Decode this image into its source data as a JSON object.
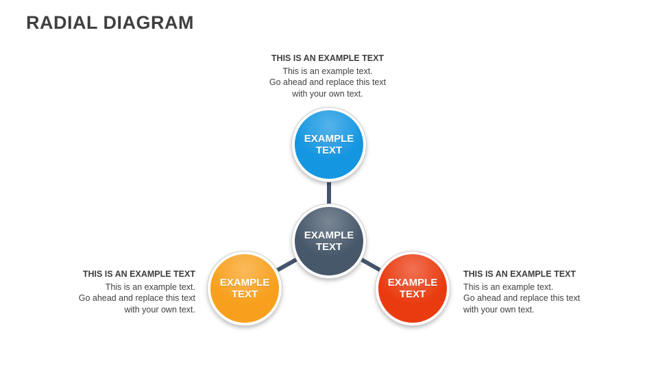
{
  "title": "RADIAL DIAGRAM",
  "center": {
    "label": "EXAMPLE TEXT",
    "color": "#47586b"
  },
  "nodes": [
    {
      "id": "top",
      "label": "EXAMPLE TEXT",
      "color": "#1496e1",
      "heading": "THIS IS AN EXAMPLE TEXT",
      "body_lines": [
        "This is an example text.",
        "Go ahead and replace this text",
        "with your own text."
      ]
    },
    {
      "id": "left",
      "label": "EXAMPLE TEXT",
      "color": "#f8a01d",
      "heading": "THIS IS AN EXAMPLE TEXT",
      "body_lines": [
        "This is an example text.",
        "Go ahead and replace this text",
        "with your own text."
      ]
    },
    {
      "id": "right",
      "label": "EXAMPLE TEXT",
      "color": "#ea3b10",
      "heading": "THIS IS AN EXAMPLE TEXT",
      "body_lines": [
        "This is an example text.",
        "Go ahead and replace this text",
        "with your own text."
      ]
    }
  ],
  "connector_color": "#44546a"
}
